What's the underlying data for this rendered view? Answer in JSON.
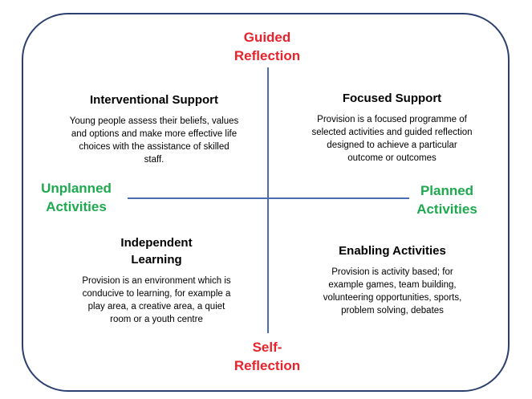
{
  "axes": {
    "top": [
      "Guided",
      "Reflection"
    ],
    "bottom": [
      "Self-",
      "Reflection"
    ],
    "left": [
      "Unplanned",
      "Activities"
    ],
    "right": [
      "Planned",
      "Activities"
    ]
  },
  "quadrants": {
    "top_left": {
      "title": [
        "Interventional Support"
      ],
      "desc": [
        "Young people assess their beliefs, values",
        "and options and make more effective life",
        "choices with the assistance of skilled",
        "staff."
      ]
    },
    "top_right": {
      "title": [
        "Focused Support"
      ],
      "desc": [
        "Provision is  a  focused programme of",
        "selected activities  and guided reflection",
        "designed to achieve a particular",
        "outcome or outcomes"
      ]
    },
    "bottom_left": {
      "title": [
        "Independent",
        "Learning"
      ],
      "desc": [
        "Provision is an environment which is",
        "conducive to learning, for example a",
        "play area, a creative area, a quiet",
        "room or a youth centre"
      ]
    },
    "bottom_right": {
      "title": [
        "Enabling Activities"
      ],
      "desc": [
        "Provision is activity based; for",
        "example games, team building,",
        "volunteering opportunities, sports,",
        "problem solving, debates"
      ]
    }
  },
  "colors": {
    "frame": "#2b3f6e",
    "axis_line": "#4a6fb0",
    "vertical_labels": "#e8232b",
    "horizontal_labels": "#1fa94f"
  }
}
